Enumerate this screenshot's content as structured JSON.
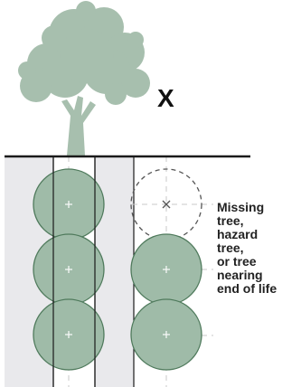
{
  "diagram": {
    "marker_label": "X",
    "note_lines": [
      "Missing",
      "tree,",
      "hazard",
      "tree,",
      "or tree",
      "nearing",
      "end of life"
    ],
    "colors": {
      "tree": "#a7bfae",
      "canopy_fill": "#9fbba8",
      "canopy_stroke": "#4f7a5c",
      "strip": "#e9e9ec",
      "ground": "#1a1a1a",
      "guide": "#c9c9c9"
    },
    "left_row_trees": [
      "planted",
      "planted",
      "planted"
    ],
    "right_row_trees": [
      "missing",
      "planted",
      "planted"
    ]
  }
}
